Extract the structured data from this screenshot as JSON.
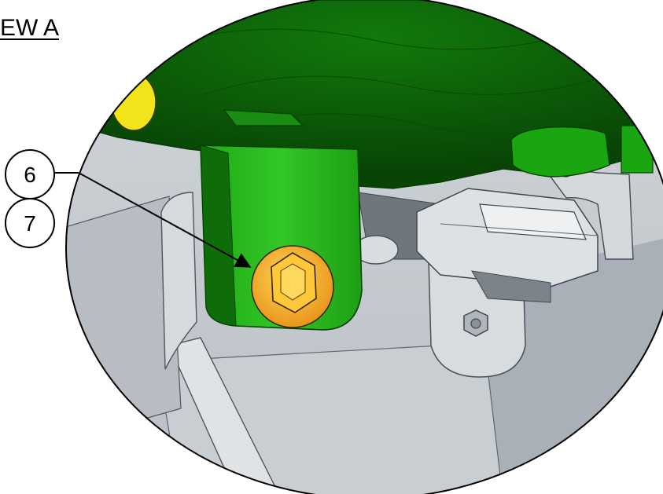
{
  "view": {
    "title": "EW A"
  },
  "callouts": [
    {
      "number": "6"
    },
    {
      "number": "7"
    }
  ],
  "colors": {
    "green_dark": "#0f5e0a",
    "green_mid": "#1e9a14",
    "green_bright": "#3ed62e",
    "gray_part": "#c7ccd1",
    "gray_dark": "#8e959c",
    "bolt_orange": "#f2a51c",
    "bolt_light": "#ffcf4a",
    "yellow_cap": "#f2e41a"
  }
}
